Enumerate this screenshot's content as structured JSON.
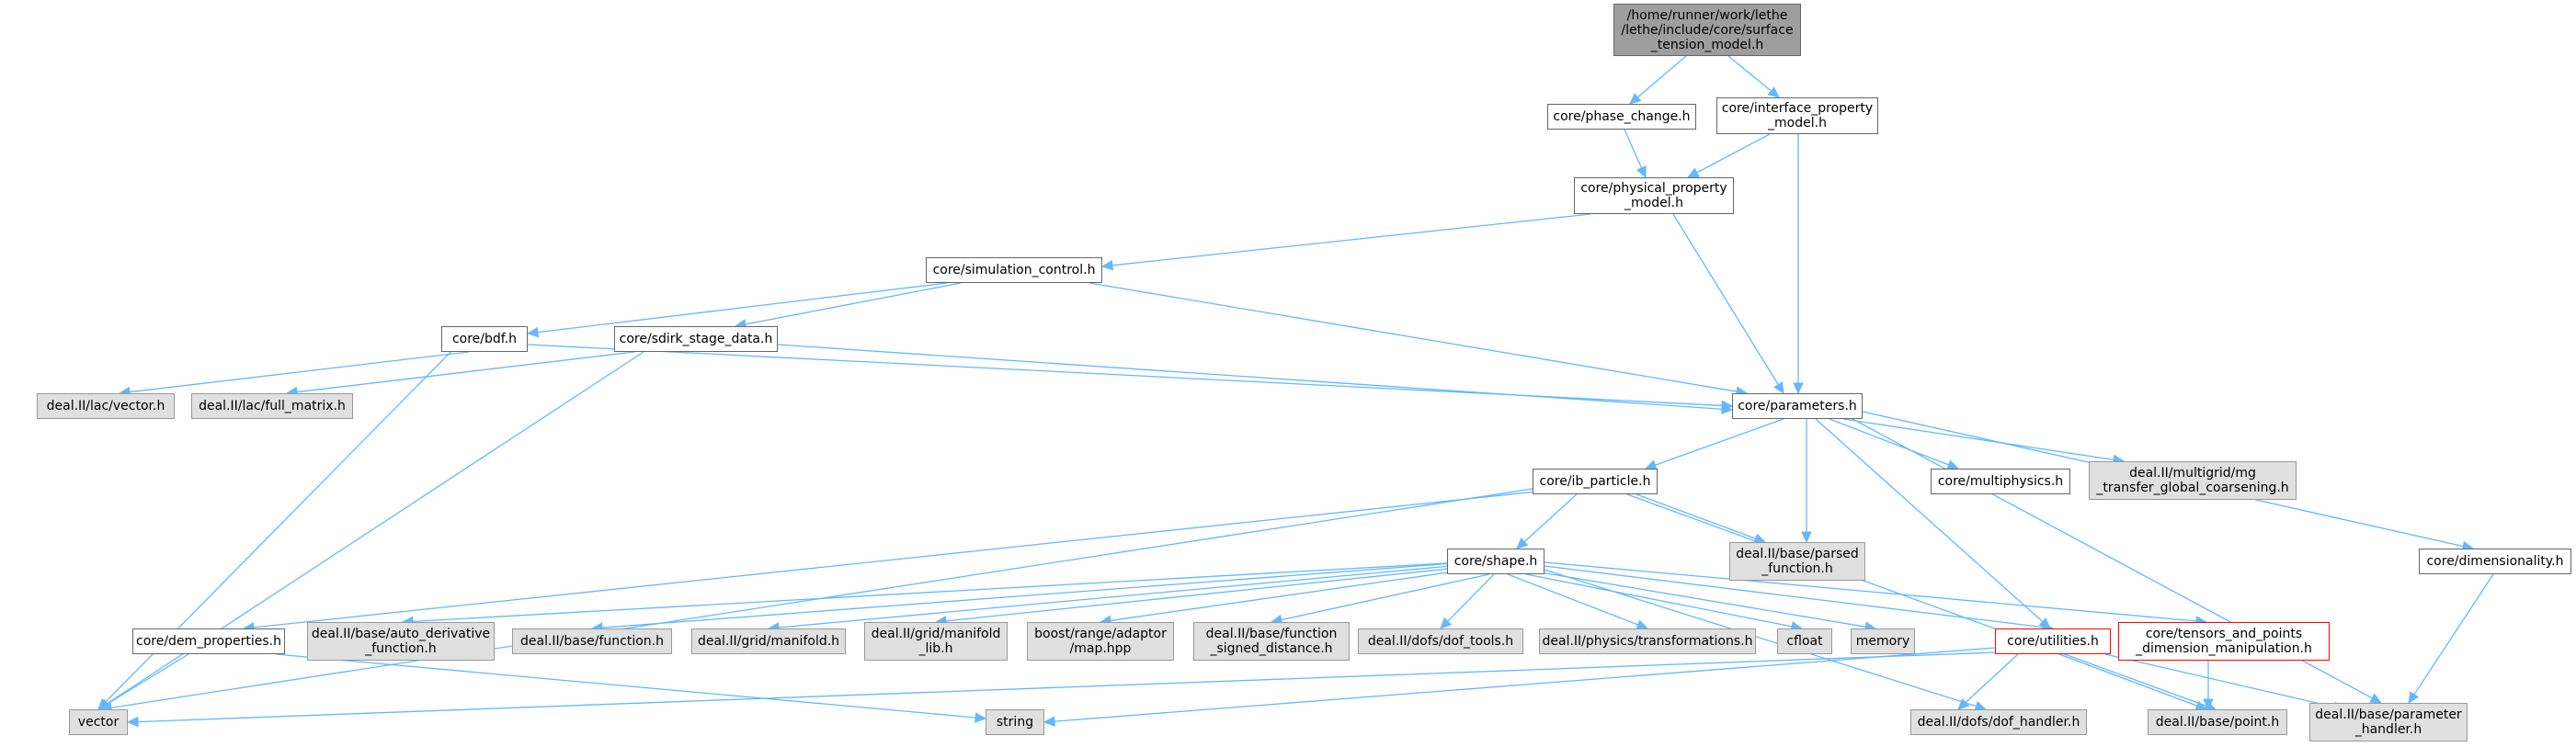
{
  "colors": {
    "edge": "#63b8ff",
    "documented_fill": "#ffffff",
    "documented_border": "#666666",
    "external_fill": "#e0e0e0",
    "external_border": "#999999",
    "root_fill": "#9e9e9e",
    "truncated_border": "#ff0000"
  },
  "nodes": {
    "root": {
      "label": "/home/runner/work/lethe\n/lethe/include/core/surface\n_tension_model.h"
    },
    "phase_change": {
      "label": "core/phase_change.h"
    },
    "interface_property": {
      "label": "core/interface_property\n_model.h"
    },
    "physical_property": {
      "label": "core/physical_property\n_model.h"
    },
    "simulation_control": {
      "label": "core/simulation_control.h"
    },
    "bdf": {
      "label": "core/bdf.h"
    },
    "sdirk": {
      "label": "core/sdirk_stage_data.h"
    },
    "lac_vector": {
      "label": "deal.II/lac/vector.h"
    },
    "lac_full_matrix": {
      "label": "deal.II/lac/full_matrix.h"
    },
    "parameters": {
      "label": "core/parameters.h"
    },
    "ib_particle": {
      "label": "core/ib_particle.h"
    },
    "multiphysics": {
      "label": "core/multiphysics.h"
    },
    "multigrid": {
      "label": "deal.II/multigrid/mg\n_transfer_global_coarsening.h"
    },
    "parsed_function": {
      "label": "deal.II/base/parsed\n_function.h"
    },
    "shape": {
      "label": "core/shape.h"
    },
    "dimensionality": {
      "label": "core/dimensionality.h"
    },
    "dem_properties": {
      "label": "core/dem_properties.h"
    },
    "auto_derivative": {
      "label": "deal.II/base/auto_derivative\n_function.h"
    },
    "function": {
      "label": "deal.II/base/function.h"
    },
    "grid_manifold": {
      "label": "deal.II/grid/manifold.h"
    },
    "manifold_lib": {
      "label": "deal.II/grid/manifold\n_lib.h"
    },
    "boost_map": {
      "label": "boost/range/adaptor\n/map.hpp"
    },
    "signed_distance": {
      "label": "deal.II/base/function\n_signed_distance.h"
    },
    "dof_tools": {
      "label": "deal.II/dofs/dof_tools.h"
    },
    "transformations": {
      "label": "deal.II/physics/transformations.h"
    },
    "cfloat": {
      "label": "cfloat"
    },
    "memory": {
      "label": "memory"
    },
    "utilities": {
      "label": "core/utilities.h"
    },
    "tensors": {
      "label": "core/tensors_and_points\n_dimension_manipulation.h"
    },
    "vector": {
      "label": "vector"
    },
    "string": {
      "label": "string"
    },
    "dof_handler": {
      "label": "deal.II/dofs/dof_handler.h"
    },
    "point": {
      "label": "deal.II/base/point.h"
    },
    "parameter_handler": {
      "label": "deal.II/base/parameter\n_handler.h"
    }
  }
}
